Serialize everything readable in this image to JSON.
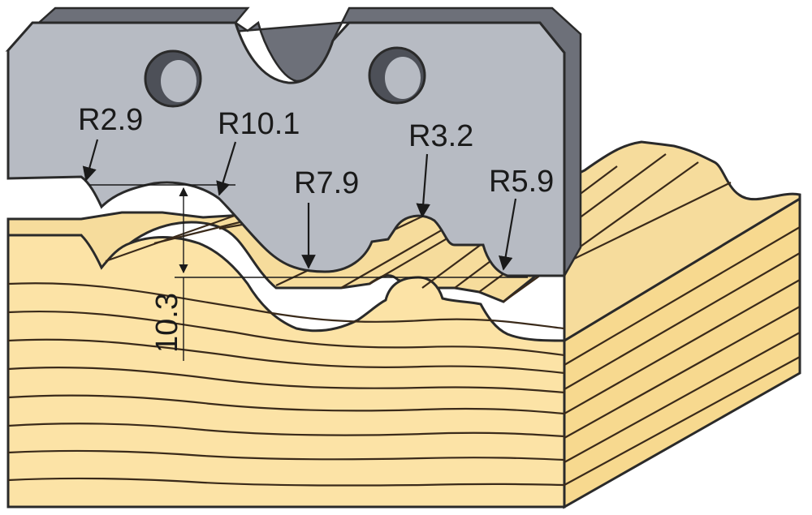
{
  "colors": {
    "wood_front": "#fce3a6",
    "wood_top": "#f6dc9c",
    "wood_side": "#f7d98f",
    "wood_edge": "#e8c072",
    "grain": "#3a2a1a",
    "knife_face": "#b7bbc3",
    "knife_edge": "#8c9099",
    "knife_dark": "#6d7079",
    "outline": "#2a2a2a"
  },
  "labels": {
    "r1": "R2.9",
    "r2": "R10.1",
    "r3": "R7.9",
    "r4": "R3.2",
    "r5": "R5.9",
    "depth": "10.3"
  }
}
